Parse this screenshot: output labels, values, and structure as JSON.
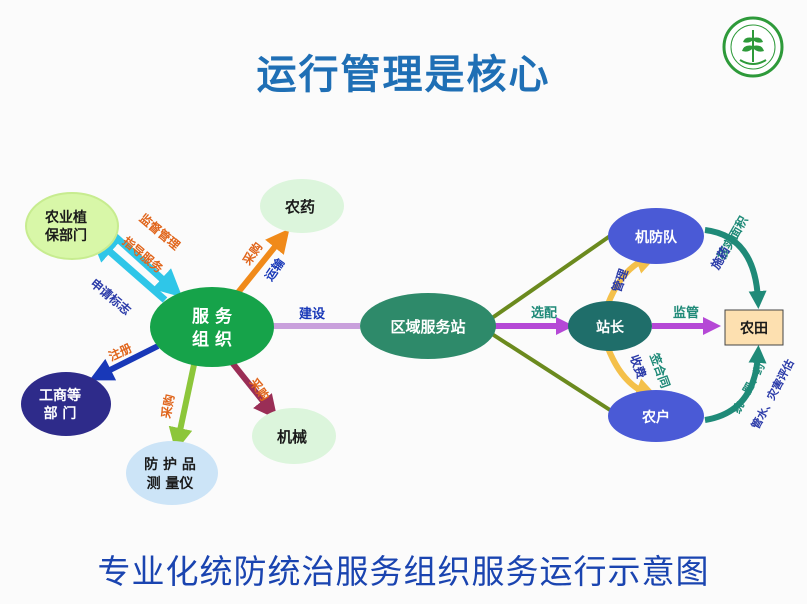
{
  "slide": {
    "title": "运行管理是核心",
    "subtitle": "专业化统防统治服务组织服务运行示意图"
  },
  "nodes": {
    "agency": {
      "line1": "农业植",
      "line2": "保部门"
    },
    "service_org": {
      "line1": "服 务",
      "line2": "组 织"
    },
    "pesticide": "农药",
    "machinery": "机械",
    "protection": {
      "line1": "防 护 品",
      "line2": "测 量仪"
    },
    "commerce": {
      "line1": "工商等",
      "line2": "部 门"
    },
    "station": "区域服务站",
    "team": "机防队",
    "master": "站长",
    "farmer": "农户",
    "field": "农田"
  },
  "edge_labels": {
    "supervise": "监督管理",
    "guide": "指导服务",
    "apply": "申请标志",
    "register": "注册",
    "buy_protection": "采购",
    "buy_pesticide": "采购",
    "transport": "运输",
    "buy_machinery": "采购",
    "build": "建设",
    "assign": "选配",
    "manage": "管理",
    "monitor": "监管",
    "sign": "签合同",
    "fee": "收费",
    "verify": "核实面积",
    "apply_drug": "施药",
    "unify": "统一肥、药",
    "water": "管水、灾害评估"
  }
}
